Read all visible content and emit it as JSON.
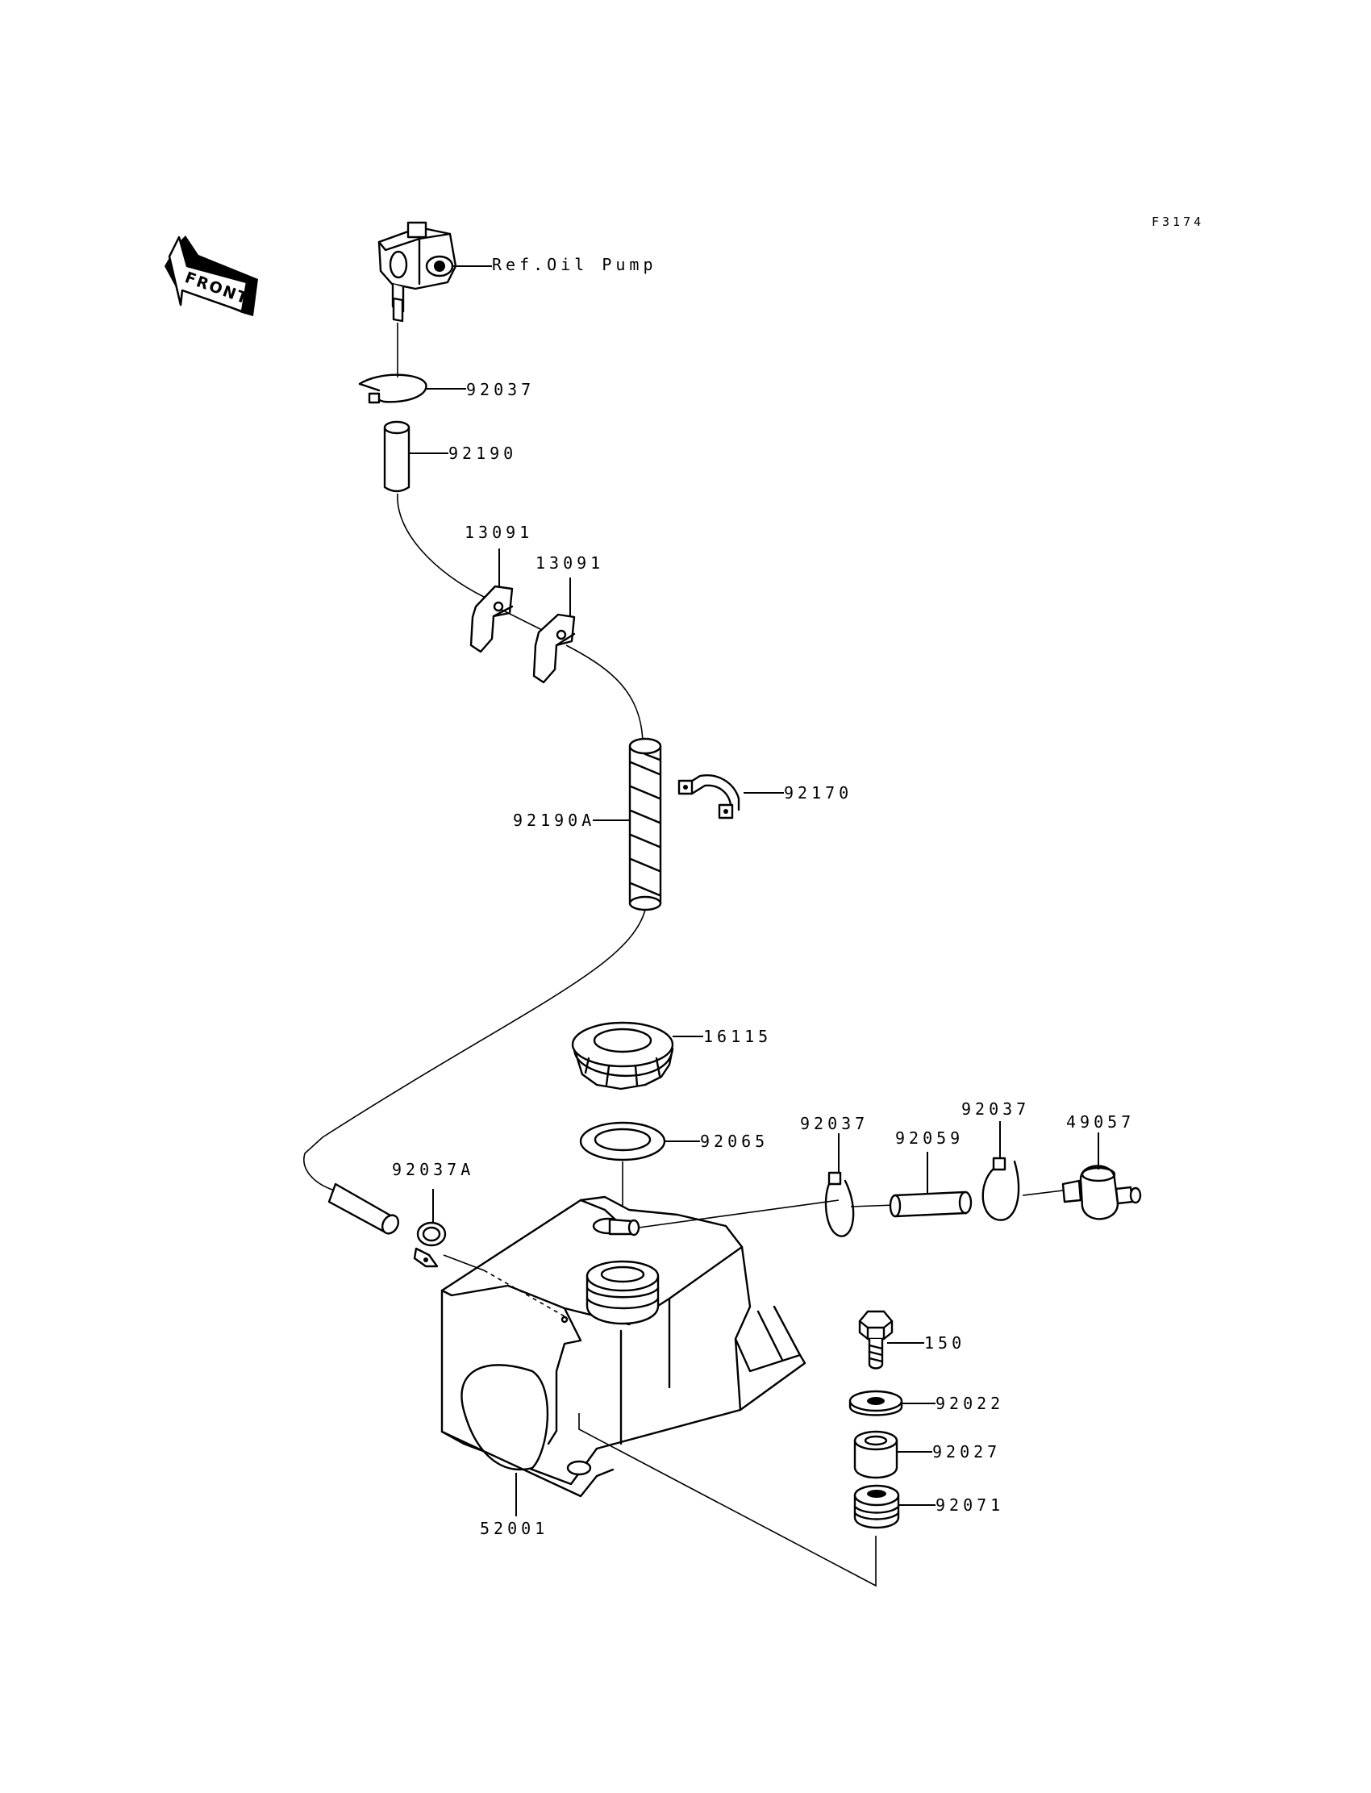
{
  "figure_code": "F3174",
  "front_label": "FRONT",
  "labels": {
    "ref_oil_pump": "Ref.Oil Pump",
    "clamp_top": "92037",
    "hose_short": "92190",
    "plate_left": "13091",
    "plate_right": "13091",
    "clamp_bracket": "92170",
    "hose_long": "92190A",
    "cap": "16115",
    "gasket": "92065",
    "clamp_mid_left": "92037",
    "hose_vent": "92059",
    "clamp_mid_right": "92037",
    "fitting": "49057",
    "clamp_tank": "92037A",
    "bolt": "150",
    "washer": "92022",
    "collar": "92027",
    "damper": "92071",
    "tank": "52001"
  }
}
